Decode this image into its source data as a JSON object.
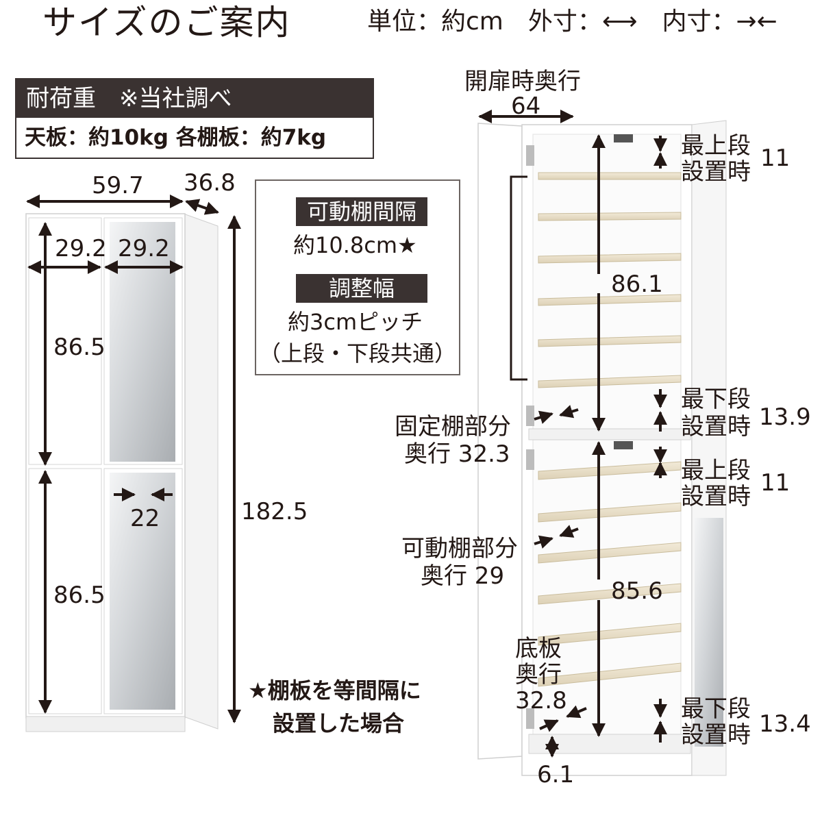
{
  "header": {
    "title": "サイズのご案内",
    "units": "単位：約cm　外寸：⟷　内寸：→←"
  },
  "load": {
    "heading": "耐荷重　※当社調べ",
    "values": "天板：約10kg  各棚板：約7kg"
  },
  "exterior": {
    "width": "59.7",
    "depth": "36.8",
    "height": "182.5",
    "door_left_width": "29.2",
    "door_right_width": "29.2",
    "upper_door_height": "86.5",
    "lower_door_height": "86.5",
    "mirror_width": "22"
  },
  "callout": {
    "pitch_label": "可動棚間隔",
    "pitch_value": "約10.8cm★",
    "adjust_label": "調整幅",
    "adjust_value": "約3cmピッチ",
    "adjust_note": "（上段・下段共通）"
  },
  "interior": {
    "door_open_depth_label": "開扉時奥行",
    "door_open_depth": "64",
    "upper_height": "86.1",
    "lower_height": "85.6",
    "top_gap_upper_label_1": "最上段",
    "top_gap_upper_label_2": "設置時",
    "top_gap_upper": "11",
    "bottom_gap_upper_label_1": "最下段",
    "bottom_gap_upper_label_2": "設置時",
    "bottom_gap_upper": "13.9",
    "top_gap_lower_label_1": "最上段",
    "top_gap_lower_label_2": "設置時",
    "top_gap_lower": "11",
    "bottom_gap_lower_label_1": "最下段",
    "bottom_gap_lower_label_2": "設置時",
    "bottom_gap_lower": "13.4",
    "fixed_shelf_label": "固定棚部分",
    "fixed_shelf_depth": "奥行 32.3",
    "movable_shelf_label": "可動棚部分",
    "movable_shelf_depth": "奥行 29",
    "base_label_1": "底板",
    "base_label_2": "奥行",
    "base_depth": "32.8",
    "plinth_height": "6.1"
  },
  "footnote": {
    "line1": "★棚板を等間隔に",
    "line2": "設置した場合"
  },
  "colors": {
    "ink": "#231815",
    "dark_band": "#3a3231",
    "cabinet": "#ffffff",
    "cabinet_edge": "#c9c9c9",
    "mirror": "#b9bcbf",
    "shelf": "#ece3cf"
  }
}
